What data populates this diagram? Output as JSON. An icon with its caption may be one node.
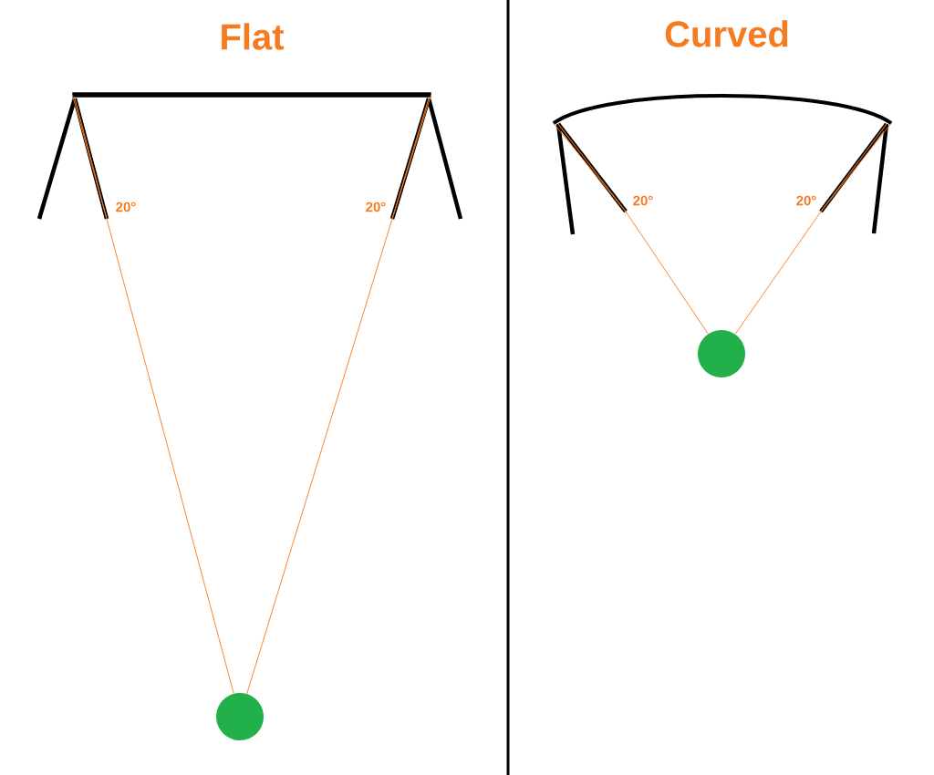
{
  "diagram": {
    "nodes": [
      {
        "text": [],
        "shape": "bar"
      },
      {
        "text": [],
        "shape": "circle"
      },
      {
        "text": [],
        "shape": "arc"
      },
      {
        "text": [],
        "shape": "circle"
      }
    ],
    "edges": [
      {
        "from": 0,
        "to": 1,
        "arrow": "none",
        "color": "#f47b20"
      },
      {
        "from": 0,
        "to": 1,
        "arrow": "none",
        "color": "#f47b20"
      },
      {
        "from": 2,
        "to": 3,
        "arrow": "none",
        "color": "#f47b20"
      },
      {
        "from": 2,
        "to": 3,
        "arrow": "none",
        "color": "#f47b20"
      }
    ],
    "labels": [
      "Flat",
      "20°",
      "20°",
      "Curved",
      "20°",
      "20°"
    ]
  }
}
